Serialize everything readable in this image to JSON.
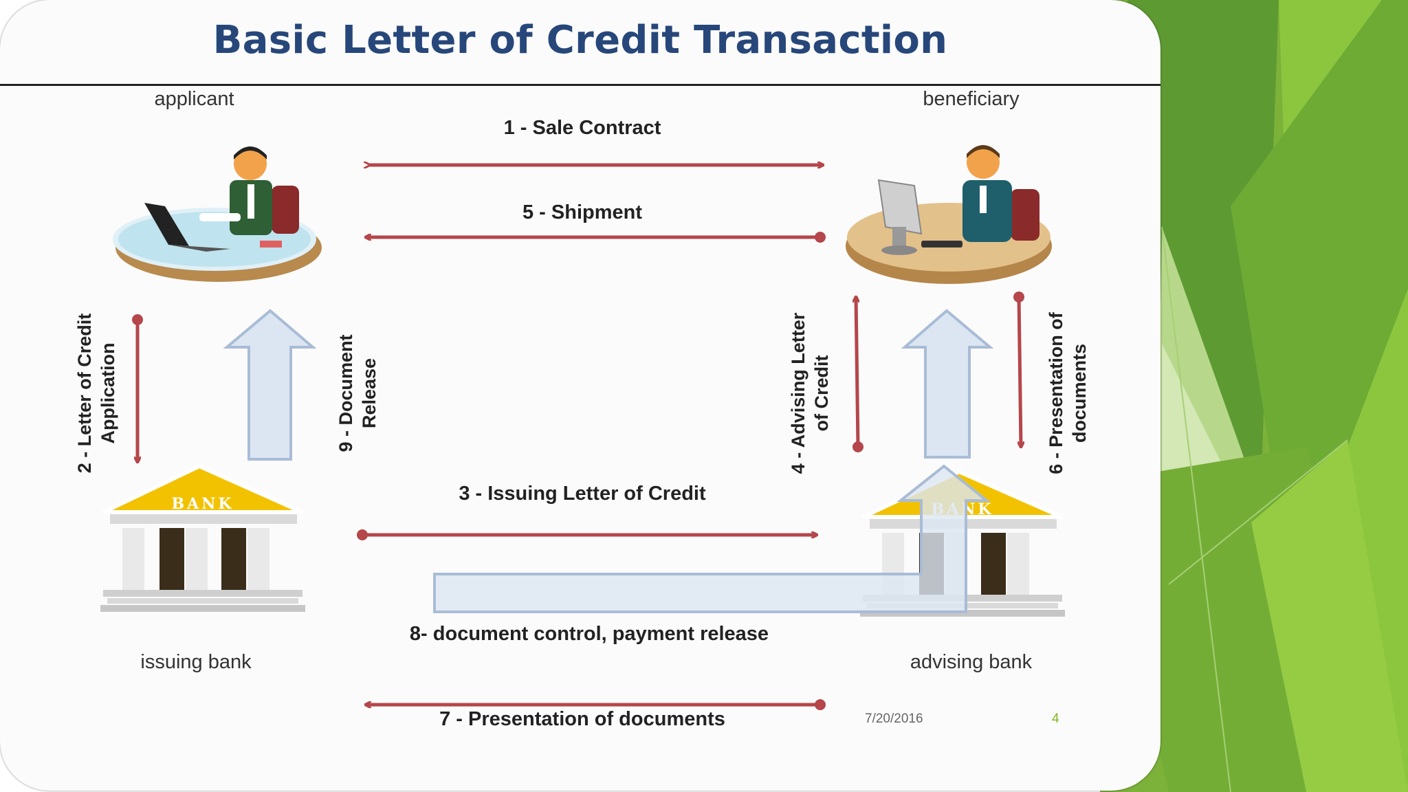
{
  "slide": {
    "title": "Basic Letter of Credit Transaction",
    "date": "7/20/2016",
    "page_number": "4"
  },
  "parties": {
    "applicant": "applicant",
    "beneficiary": "beneficiary",
    "issuing_bank": "issuing bank",
    "advising_bank": "advising bank",
    "bank_sign": "BANK"
  },
  "steps": {
    "s1": "1 - Sale Contract",
    "s2": "2 - Letter of Credit Application",
    "s3": "3 - Issuing Letter of Credit",
    "s4": "4 - Advising Letter of Credit",
    "s5": "5 - Shipment",
    "s6": "6 - Presentation of documents",
    "s7": "7 - Presentation of documents",
    "s8": "8- document control, payment release",
    "s9": "9 - Document Release"
  },
  "colors": {
    "title": "#27477a",
    "arrow_red": "#b5464b",
    "block_arrow_fill": "#dce6f2",
    "block_arrow_stroke": "#a9bcd6",
    "accent_green": "#7fb61e"
  }
}
